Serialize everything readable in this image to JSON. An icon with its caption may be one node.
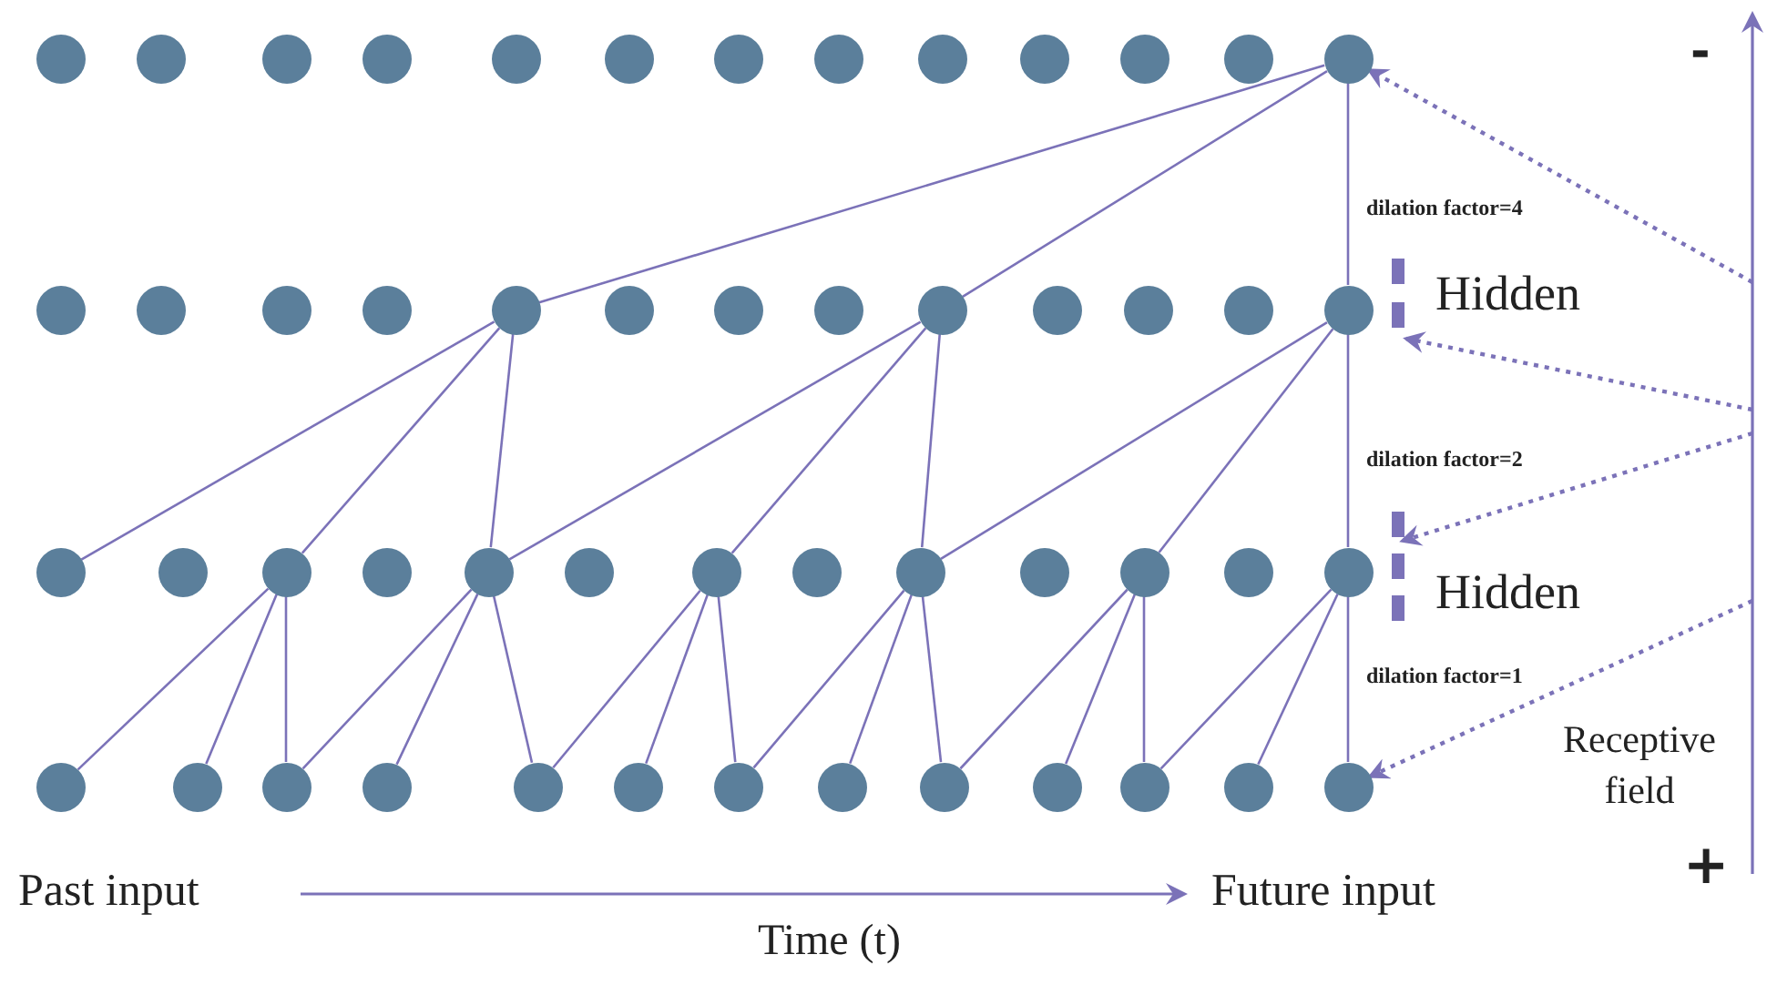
{
  "diagram": {
    "nodes": [
      {
        "text": [],
        "shape": "circle"
      },
      {
        "text": [],
        "shape": "circle"
      },
      {
        "text": [],
        "shape": "circle"
      },
      {
        "text": [],
        "shape": "circle"
      },
      {
        "text": [],
        "shape": "circle"
      },
      {
        "text": [],
        "shape": "circle"
      },
      {
        "text": [],
        "shape": "circle"
      },
      {
        "text": [],
        "shape": "circle"
      },
      {
        "text": [],
        "shape": "circle"
      },
      {
        "text": [],
        "shape": "circle"
      },
      {
        "text": [],
        "shape": "circle"
      },
      {
        "text": [],
        "shape": "circle"
      },
      {
        "text": [],
        "shape": "circle"
      },
      {
        "text": [],
        "shape": "circle"
      },
      {
        "text": [],
        "shape": "circle"
      },
      {
        "text": [],
        "shape": "circle"
      },
      {
        "text": [],
        "shape": "circle"
      },
      {
        "text": [],
        "shape": "circle"
      },
      {
        "text": [],
        "shape": "circle"
      },
      {
        "text": [],
        "shape": "circle"
      },
      {
        "text": [],
        "shape": "circle"
      },
      {
        "text": [],
        "shape": "circle"
      },
      {
        "text": [],
        "shape": "circle"
      },
      {
        "text": [],
        "shape": "circle"
      },
      {
        "text": [],
        "shape": "circle"
      },
      {
        "text": [],
        "shape": "circle"
      },
      {
        "text": [],
        "shape": "circle"
      },
      {
        "text": [],
        "shape": "circle"
      },
      {
        "text": [],
        "shape": "circle"
      },
      {
        "text": [],
        "shape": "circle"
      },
      {
        "text": [],
        "shape": "circle"
      },
      {
        "text": [],
        "shape": "circle"
      },
      {
        "text": [],
        "shape": "circle"
      },
      {
        "text": [],
        "shape": "circle"
      },
      {
        "text": [],
        "shape": "circle"
      },
      {
        "text": [],
        "shape": "circle"
      },
      {
        "text": [],
        "shape": "circle"
      },
      {
        "text": [],
        "shape": "circle"
      },
      {
        "text": [],
        "shape": "circle"
      },
      {
        "text": [],
        "shape": "circle"
      },
      {
        "text": [],
        "shape": "circle"
      },
      {
        "text": [],
        "shape": "circle"
      },
      {
        "text": [],
        "shape": "circle"
      },
      {
        "text": [],
        "shape": "circle"
      },
      {
        "text": [],
        "shape": "circle"
      },
      {
        "text": [],
        "shape": "circle"
      },
      {
        "text": [],
        "shape": "circle"
      },
      {
        "text": [],
        "shape": "circle"
      },
      {
        "text": [],
        "shape": "circle"
      },
      {
        "text": [],
        "shape": "circle"
      },
      {
        "text": [],
        "shape": "circle"
      },
      {
        "text": [],
        "shape": "circle"
      },
      {
        "text": [
          "Hidden"
        ]
      },
      {
        "text": [
          "Hidden"
        ]
      }
    ],
    "edges": [
      {
        "from": 12,
        "to": 17,
        "arrow": "none"
      },
      {
        "from": 12,
        "to": 21,
        "arrow": "none"
      },
      {
        "from": 12,
        "to": 25,
        "arrow": "none"
      },
      {
        "from": 17,
        "to": 26,
        "arrow": "none"
      },
      {
        "from": 17,
        "to": 28,
        "arrow": "none"
      },
      {
        "from": 17,
        "to": 30,
        "arrow": "none"
      },
      {
        "from": 21,
        "to": 30,
        "arrow": "none"
      },
      {
        "from": 21,
        "to": 32,
        "arrow": "none"
      },
      {
        "from": 21,
        "to": 34,
        "arrow": "none"
      },
      {
        "from": 25,
        "to": 34,
        "arrow": "none"
      },
      {
        "from": 25,
        "to": 36,
        "arrow": "none"
      },
      {
        "from": 25,
        "to": 38,
        "arrow": "none"
      },
      {
        "from": 28,
        "to": 39,
        "arrow": "none"
      },
      {
        "from": 28,
        "to": 40,
        "arrow": "none"
      },
      {
        "from": 28,
        "to": 41,
        "arrow": "none"
      },
      {
        "from": 30,
        "to": 41,
        "arrow": "none"
      },
      {
        "from": 30,
        "to": 42,
        "arrow": "none"
      },
      {
        "from": 30,
        "to": 43,
        "arrow": "none"
      },
      {
        "from": 32,
        "to": 43,
        "arrow": "none"
      },
      {
        "from": 32,
        "to": 44,
        "arrow": "none"
      },
      {
        "from": 32,
        "to": 45,
        "arrow": "none"
      },
      {
        "from": 34,
        "to": 45,
        "arrow": "none"
      },
      {
        "from": 34,
        "to": 46,
        "arrow": "none"
      },
      {
        "from": 34,
        "to": 47,
        "arrow": "none"
      },
      {
        "from": 36,
        "to": 47,
        "arrow": "none"
      },
      {
        "from": 36,
        "to": 48,
        "arrow": "none"
      },
      {
        "from": 36,
        "to": 49,
        "arrow": "none"
      },
      {
        "from": 38,
        "to": 49,
        "arrow": "none"
      },
      {
        "from": 38,
        "to": 50,
        "arrow": "none"
      },
      {
        "from": 38,
        "to": 51,
        "arrow": "none"
      },
      {
        "from": null,
        "to": 12,
        "arrow": "to",
        "style": "dashed"
      },
      {
        "from": null,
        "to": 52,
        "arrow": "to",
        "style": "dashed"
      },
      {
        "from": null,
        "to": 53,
        "arrow": "to",
        "style": "dashed"
      },
      {
        "from": null,
        "to": 51,
        "arrow": "to",
        "style": "dashed"
      }
    ],
    "labels": [
      "-",
      "dilation factor=4",
      "dilation factor=2",
      "dilation factor=1",
      "Receptive field",
      "+",
      "Past input",
      "Future input",
      "Time (t)"
    ]
  }
}
